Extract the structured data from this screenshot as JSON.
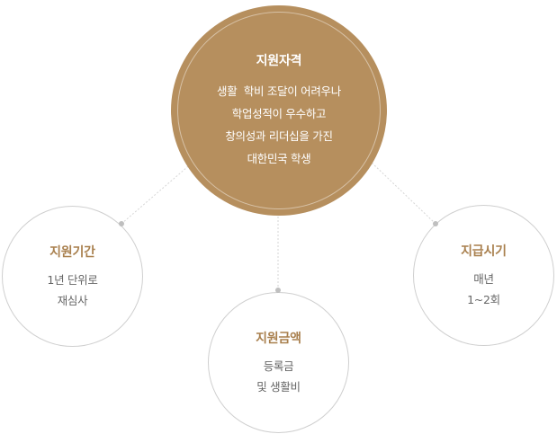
{
  "center": {
    "title": "지원자격",
    "lines": [
      "생활  학비 조달이 어려우나",
      "학업성적이 우수하고",
      "창의성과 리더십을 가진",
      "대한민국 학생"
    ]
  },
  "left": {
    "title": "지원기간",
    "lines": [
      "1년 단위로",
      "재심사"
    ]
  },
  "bottom": {
    "title": "지원금액",
    "lines": [
      "등록금",
      "및 생활비"
    ]
  },
  "right": {
    "title": "지급시기",
    "lines": [
      "매년",
      "1~2회"
    ]
  },
  "colors": {
    "main_fill": "#b68f5e",
    "accent_text": "#a9804e",
    "body_text": "#666666",
    "circle_border": "#cfcfcf",
    "connector": "#d6d6d6",
    "dot": "#bfbfbf"
  }
}
